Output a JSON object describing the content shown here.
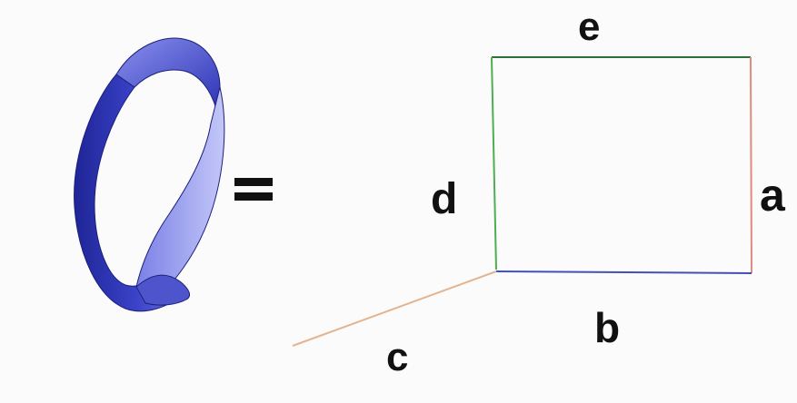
{
  "labels": {
    "e": "e",
    "d": "d",
    "a": "a",
    "b": "b",
    "c": "c"
  },
  "colors": {
    "background": "#fbfbfb",
    "strip_dark": "#2f36b8",
    "strip_mid": "#5b62d6",
    "strip_light": "#b8bcf6",
    "edge_e": "#2f6f3a",
    "edge_d": "#4caf50",
    "edge_a": "#e08a80",
    "edge_b": "#3f51b5",
    "edge_c": "#e3b48f",
    "equals_sign": "#111111"
  },
  "icons": {
    "left_figure": "mobius-strip-icon",
    "operator": "equals-sign"
  }
}
